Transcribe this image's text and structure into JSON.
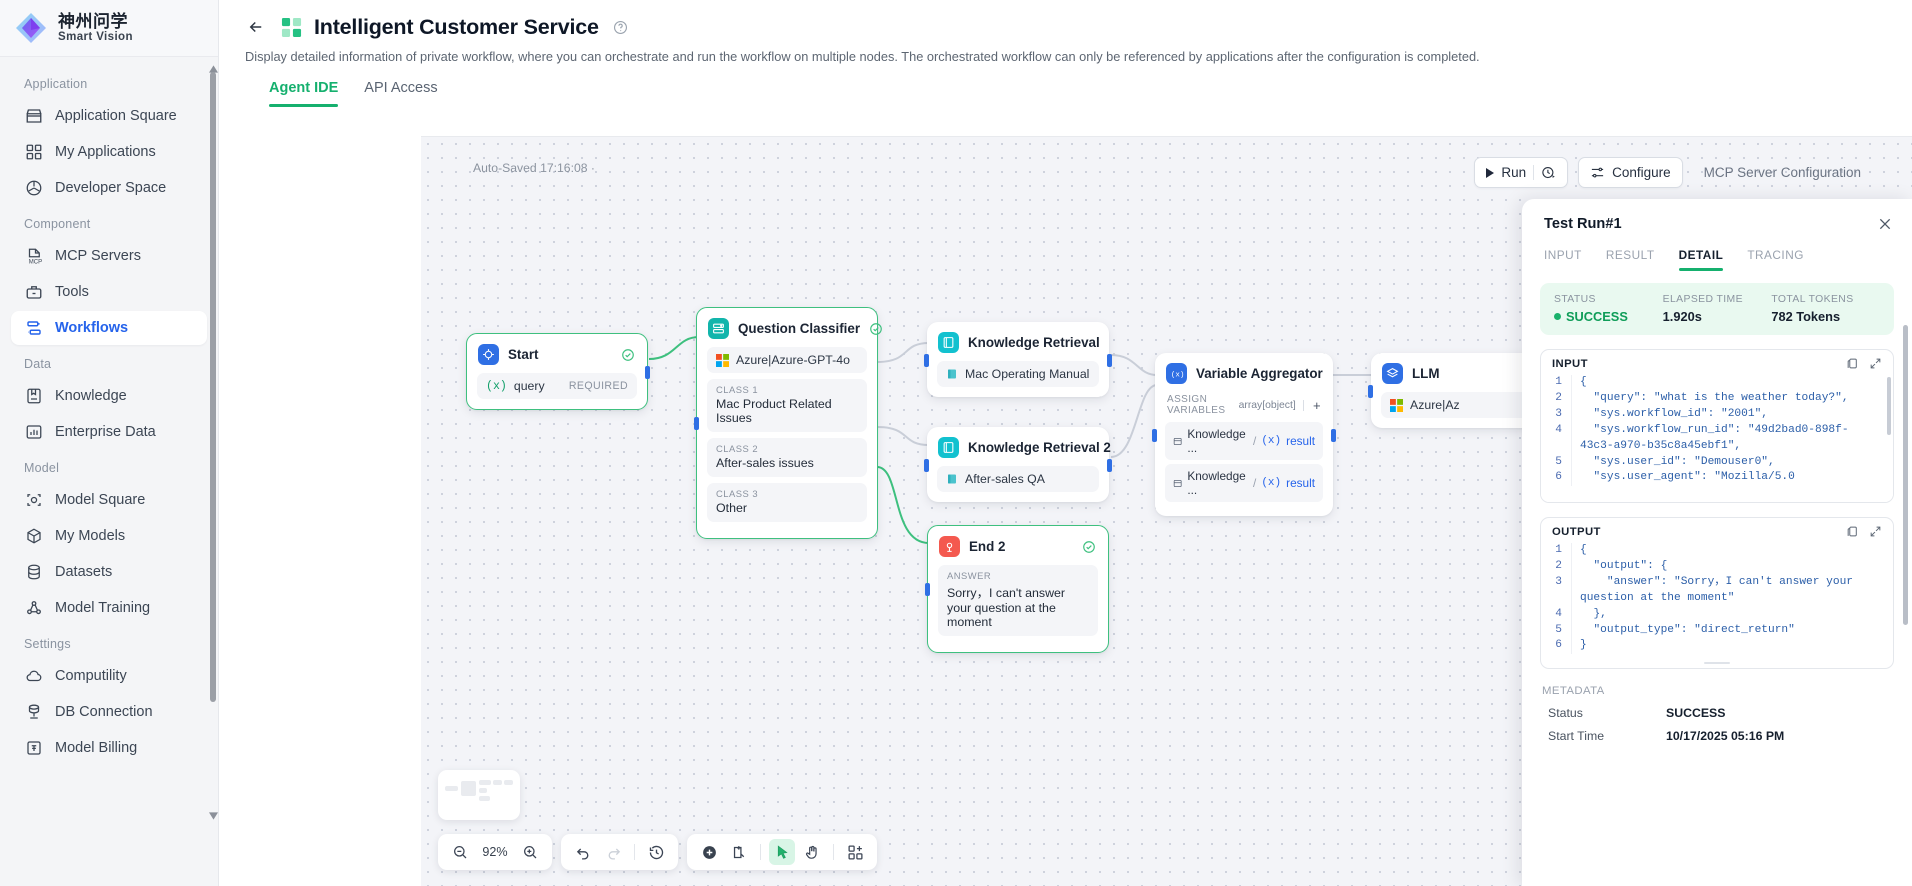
{
  "brand": {
    "name_cn": "神州问学",
    "name_en": "Smart Vision",
    "logo_icon": "diamond-logo-icon"
  },
  "sidebar": {
    "groups": [
      {
        "label": "Application",
        "items": [
          {
            "label": "Application Square",
            "icon": "store-icon"
          },
          {
            "label": "My Applications",
            "icon": "grid-icon"
          },
          {
            "label": "Developer Space",
            "icon": "hexagon-icon"
          }
        ]
      },
      {
        "label": "Component",
        "items": [
          {
            "label": "MCP Servers",
            "icon": "mcp-file-icon"
          },
          {
            "label": "Tools",
            "icon": "toolbox-icon"
          },
          {
            "label": "Workflows",
            "icon": "workflow-icon",
            "active": true
          }
        ]
      },
      {
        "label": "Data",
        "items": [
          {
            "label": "Knowledge",
            "icon": "book-icon"
          },
          {
            "label": "Enterprise Data",
            "icon": "bar-chart-icon"
          }
        ]
      },
      {
        "label": "Model",
        "items": [
          {
            "label": "Model Square",
            "icon": "model-square-icon"
          },
          {
            "label": "My Models",
            "icon": "cube-icon"
          },
          {
            "label": "Datasets",
            "icon": "database-icon"
          },
          {
            "label": "Model Training",
            "icon": "training-icon"
          }
        ]
      },
      {
        "label": "Settings",
        "items": [
          {
            "label": "Computility",
            "icon": "cloud-icon"
          },
          {
            "label": "DB Connection",
            "icon": "db-connection-icon"
          },
          {
            "label": "Model Billing",
            "icon": "billing-icon"
          }
        ]
      }
    ]
  },
  "header": {
    "back_icon": "arrow-left-icon",
    "app_icon": "app-squares-icon",
    "title": "Intelligent Customer Service",
    "help_icon": "question-circle-icon",
    "subtitle": "Display detailed information of private workflow, where you can orchestrate and run the workflow on multiple nodes. The orchestrated workflow can only be referenced by applications after the configuration is completed.",
    "tabs": [
      {
        "label": "Agent IDE",
        "active": true
      },
      {
        "label": "API Access",
        "active": false
      }
    ]
  },
  "canvas": {
    "autosave": "Auto-Saved 17:16:08 ·",
    "actions": {
      "run_label": "Run",
      "run_icon": "play-icon",
      "history_icon": "run-history-icon",
      "configure_label": "Configure",
      "configure_icon": "sliders-icon",
      "mcp_label": "MCP Server Configuration"
    },
    "toolbar": {
      "zoom_out_icon": "zoom-out-icon",
      "zoom_level": "92%",
      "zoom_in_icon": "zoom-in-icon",
      "undo_icon": "undo-icon",
      "redo_icon": "redo-icon",
      "history_icon": "history-clock-icon",
      "add_node_icon": "add-node-icon",
      "add_note_icon": "add-note-icon",
      "pointer_icon": "pointer-icon",
      "hand_icon": "hand-icon",
      "organize_icon": "organize-blocks-icon"
    },
    "nodes": {
      "start": {
        "title": "Start",
        "icon": "start-node-icon",
        "var_prefix": "(x)",
        "var_name": "query",
        "required": "REQUIRED",
        "status_icon": "check-circle-icon"
      },
      "classifier": {
        "title": "Question Classifier",
        "icon": "classifier-node-icon",
        "status_icon": "check-circle-icon",
        "model_icon": "azure-logo-icon",
        "model": "Azure|Azure-GPT-4o",
        "classes": [
          {
            "label": "CLASS 1",
            "value": "Mac Product Related Issues"
          },
          {
            "label": "CLASS 2",
            "value": "After-sales issues"
          },
          {
            "label": "CLASS 3",
            "value": "Other"
          }
        ]
      },
      "kr1": {
        "title": "Knowledge Retrieval",
        "icon": "knowledge-node-icon",
        "item_icon": "book-small-icon",
        "item": "Mac Operating Manual"
      },
      "kr2": {
        "title": "Knowledge Retrieval 2",
        "icon": "knowledge-node-icon",
        "item_icon": "book-small-icon",
        "item": "After-sales QA"
      },
      "end2": {
        "title": "End 2",
        "icon": "end-node-icon",
        "status_icon": "check-circle-icon",
        "answer_label": "ANSWER",
        "answer": "Sorry，I can't answer your question at the moment"
      },
      "aggregator": {
        "title": "Variable Aggregator",
        "icon": "variable-node-icon",
        "assign_label": "ASSIGN VARIABLES",
        "type": "array[object]",
        "add_icon": "plus-icon",
        "rows": [
          {
            "icon": "node-ref-icon",
            "source": "Knowledge ...",
            "slash": "/",
            "varx": "(x)",
            "var": "result"
          },
          {
            "icon": "node-ref-icon",
            "source": "Knowledge ...",
            "slash": "/",
            "varx": "(x)",
            "var": "result"
          }
        ]
      },
      "llm": {
        "title": "LLM",
        "icon": "llm-node-icon",
        "model_icon": "azure-logo-icon",
        "model": "Azure|Az"
      }
    }
  },
  "panel": {
    "title": "Test Run#1",
    "close_icon": "close-icon",
    "tabs": [
      {
        "label": "INPUT",
        "active": false
      },
      {
        "label": "RESULT",
        "active": false
      },
      {
        "label": "DETAIL",
        "active": true
      },
      {
        "label": "TRACING",
        "active": false
      }
    ],
    "status": {
      "status_label": "STATUS",
      "status_value": "SUCCESS",
      "elapsed_label": "ELAPSED TIME",
      "elapsed_value": "1.920s",
      "tokens_label": "TOTAL TOKENS",
      "tokens_value": "782 Tokens"
    },
    "input_block": {
      "title": "INPUT",
      "copy_icon": "copy-icon",
      "expand_icon": "expand-icon",
      "lines": [
        {
          "n": "1",
          "text": "{"
        },
        {
          "n": "2",
          "text": "  \"query\": \"what is the weather today?\","
        },
        {
          "n": "3",
          "text": "  \"sys.workflow_id\": \"2001\","
        },
        {
          "n": "4",
          "text": "  \"sys.workflow_run_id\": \"49d2bad0-898f-43c3-a970-b35c8a45ebf1\","
        },
        {
          "n": "5",
          "text": "  \"sys.user_id\": \"Demouser0\","
        },
        {
          "n": "6",
          "text": "  \"sys.user_agent\": \"Mozilla/5.0"
        }
      ]
    },
    "output_block": {
      "title": "OUTPUT",
      "copy_icon": "copy-icon",
      "expand_icon": "expand-icon",
      "lines": [
        {
          "n": "1",
          "text": "{"
        },
        {
          "n": "2",
          "text": "  \"output\": {"
        },
        {
          "n": "3",
          "text": "    \"answer\": \"Sorry，I can't answer your question at the moment\""
        },
        {
          "n": "4",
          "text": "  },"
        },
        {
          "n": "5",
          "text": "  \"output_type\": \"direct_return\""
        },
        {
          "n": "6",
          "text": "}"
        }
      ]
    },
    "metadata": {
      "label": "METADATA",
      "rows": [
        {
          "key": "Status",
          "value": "SUCCESS"
        },
        {
          "key": "Start Time",
          "value": "10/17/2025 05:16 PM"
        }
      ]
    }
  },
  "colors": {
    "accent_green": "#15b06e",
    "accent_blue": "#2563eb",
    "success": "#0f9d58",
    "node_teal": "#14b8c4",
    "node_red": "#f4594f"
  }
}
